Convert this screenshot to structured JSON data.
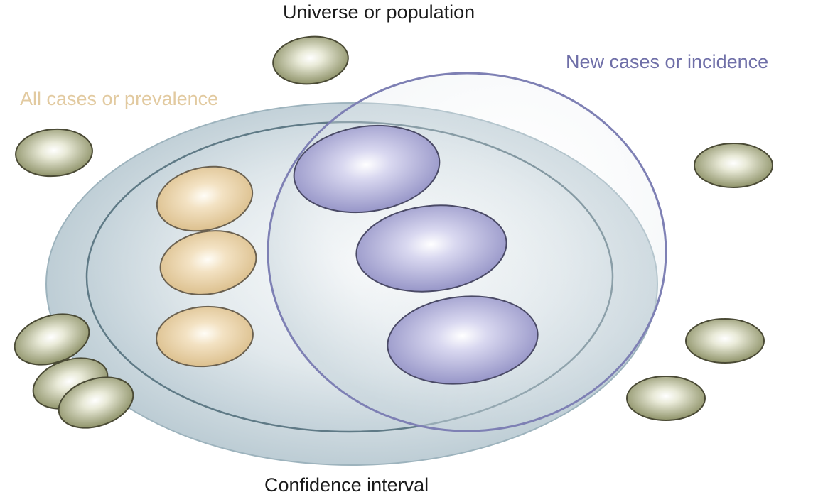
{
  "labels": {
    "universe": "Universe or population",
    "incidence": "New cases or incidence",
    "prevalence": "All cases or prevalence",
    "confidence": "Confidence interval"
  },
  "colors": {
    "population_fill": "#9fa37e",
    "population_highlight": "#ffffff",
    "population_stroke": "#4a4a35",
    "prevalence_fill": "#e6cfa5",
    "prevalence_stroke": "#6b6150",
    "incidence_fill": "#a9a8d3",
    "incidence_stroke": "#4a4a66",
    "confidence_fill": "#cbd7dd",
    "confidence_stroke": "#5f7a86",
    "incidence_circle_stroke": "#7e80b4",
    "incidence_label": "#6f6fa8",
    "prevalence_label": "#e2caa0"
  }
}
